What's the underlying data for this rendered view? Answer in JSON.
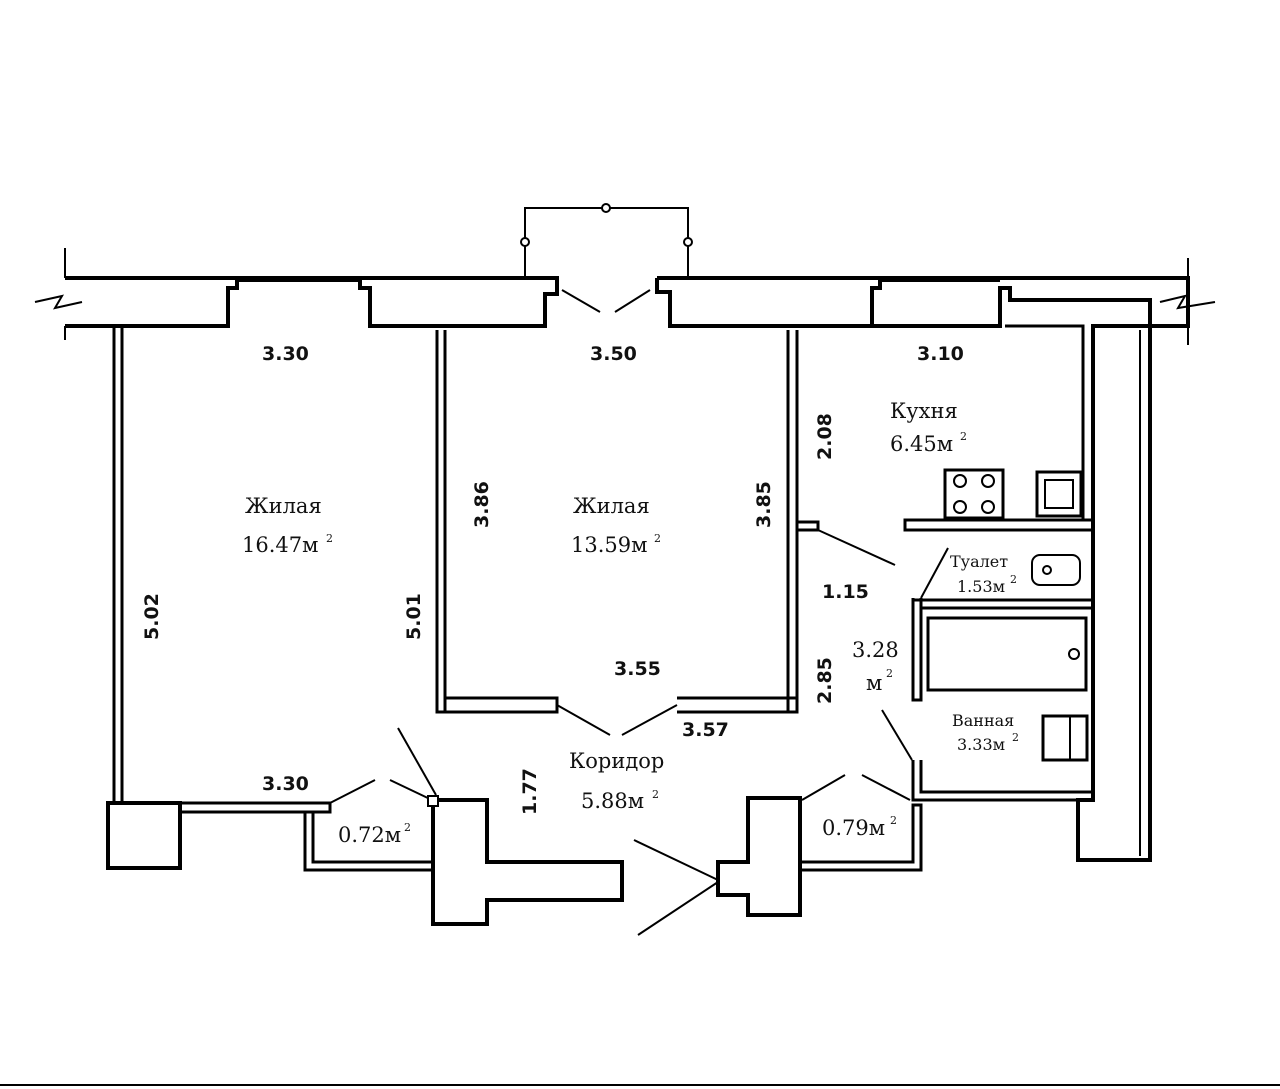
{
  "rooms": {
    "living1": {
      "name": "Жилая",
      "area": "16.47м",
      "sup": "2"
    },
    "living2": {
      "name": "Жилая",
      "area": "13.59м",
      "sup": "2"
    },
    "kitchen": {
      "name": "Кухня",
      "area": "6.45м",
      "sup": "2"
    },
    "toilet": {
      "name": "Туалет",
      "area": "1.53м",
      "sup": "2"
    },
    "bath": {
      "name": "Ванная",
      "area": "3.33м",
      "sup": "2"
    },
    "hall": {
      "area": "3.28",
      "unit": "м",
      "sup": "2"
    },
    "corridor": {
      "name": "Коридор",
      "area": "5.88м",
      "sup": "2"
    },
    "storage1": {
      "area": "0.72м",
      "sup": "2"
    },
    "storage2": {
      "area": "0.79м",
      "sup": "2"
    }
  },
  "dims": {
    "d330_top": "3.30",
    "d350": "3.50",
    "d310": "3.10",
    "d502": "5.02",
    "d501": "5.01",
    "d386": "3.86",
    "d385": "3.85",
    "d208": "2.08",
    "d115": "1.15",
    "d285": "2.85",
    "d355": "3.55",
    "d357": "3.57",
    "d330_bottom": "3.30",
    "d177": "1.77"
  }
}
